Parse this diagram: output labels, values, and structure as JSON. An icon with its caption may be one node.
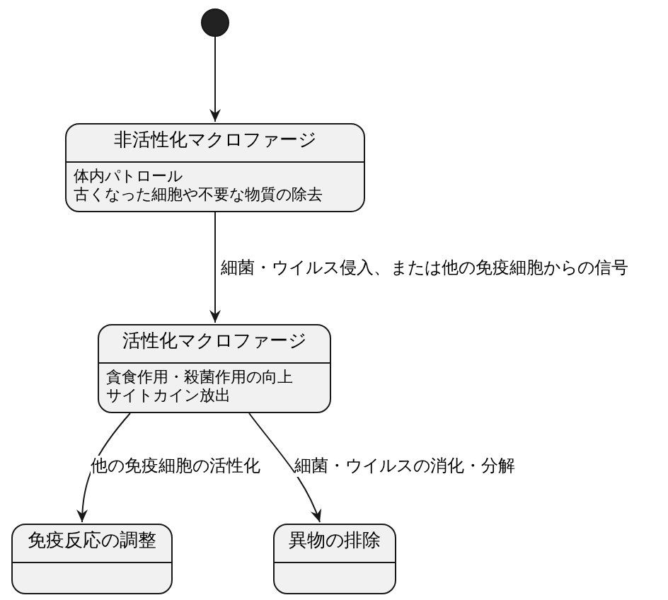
{
  "diagram": {
    "nodes": [
      {
        "text": [],
        "shape": "circle"
      },
      {
        "text": [
          "非活性化マクロファージ",
          "体内パトロール",
          "古くなった細胞や不要な物質の除去"
        ]
      },
      {
        "text": [
          "活性化マクロファージ",
          "貪食作用・殺菌作用の向上",
          "サイトカイン放出"
        ]
      },
      {
        "text": [
          "免疫反応の調整"
        ]
      },
      {
        "text": [
          "異物の排除"
        ]
      }
    ],
    "edges": [
      {
        "from": 0,
        "to": 1,
        "arrow": "to"
      },
      {
        "from": 1,
        "to": 2,
        "arrow": "to",
        "label": "細菌・ウイルス侵入、または他の免疫細胞からの信号"
      },
      {
        "from": 2,
        "to": 3,
        "arrow": "to",
        "label": "他の免疫細胞の活性化"
      },
      {
        "from": 2,
        "to": 4,
        "arrow": "to",
        "label": "細菌・ウイルスの消化・分解"
      }
    ]
  }
}
